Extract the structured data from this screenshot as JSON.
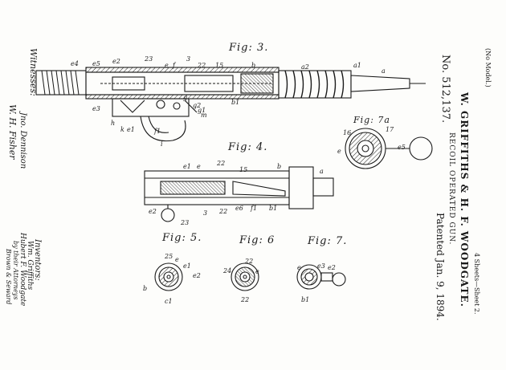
{
  "header": {
    "model_note": "(No Model.)",
    "sheet_note": "4 Sheets—Sheet 2.",
    "inventors": "W. GRIFFITHS & H. F. WOODGATE.",
    "title": "RECOIL OPERATED GUN.",
    "patent_no": "No. 512,137.",
    "patented": "Patented Jan. 9, 1894."
  },
  "figures": {
    "fig3": "Fig: 3.",
    "fig4": "Fig: 4.",
    "fig5": "Fig: 5.",
    "fig6": "Fig: 6",
    "fig7": "Fig: 7.",
    "fig7a": "Fig: 7a"
  },
  "witnesses": {
    "heading": "Witnesses:",
    "sig1": "Jno. Dennison",
    "sig2": "W. H. Fisher"
  },
  "inventors_block": {
    "heading": "Inventors:",
    "sig1": "Wm. Griffiths",
    "sig2": "Hubert F. Woodgate",
    "sig3": "by their Attorneys",
    "sig4": "Brown & Seward"
  },
  "labels": {
    "fig3": [
      "e4",
      "e5",
      "e2",
      "23",
      "e",
      "f",
      "3",
      "22",
      "15",
      "b",
      "a2",
      "a1",
      "a",
      "e3",
      "e1",
      "f1",
      "h",
      "g",
      "g2",
      "g1",
      "m",
      "b1",
      "k",
      "i"
    ],
    "fig4": [
      "e1",
      "e",
      "22",
      "15",
      "b",
      "a",
      "e2",
      "23",
      "3",
      "22",
      "e6",
      "f1",
      "b1"
    ],
    "fig5": [
      "25",
      "e",
      "b",
      "e1",
      "e2",
      "c1"
    ],
    "fig6": [
      "24",
      "22",
      "e",
      "22"
    ],
    "fig7": [
      "e",
      "e3",
      "e2",
      "b1"
    ],
    "fig7a": [
      "16",
      "17",
      "e",
      "e5"
    ]
  }
}
